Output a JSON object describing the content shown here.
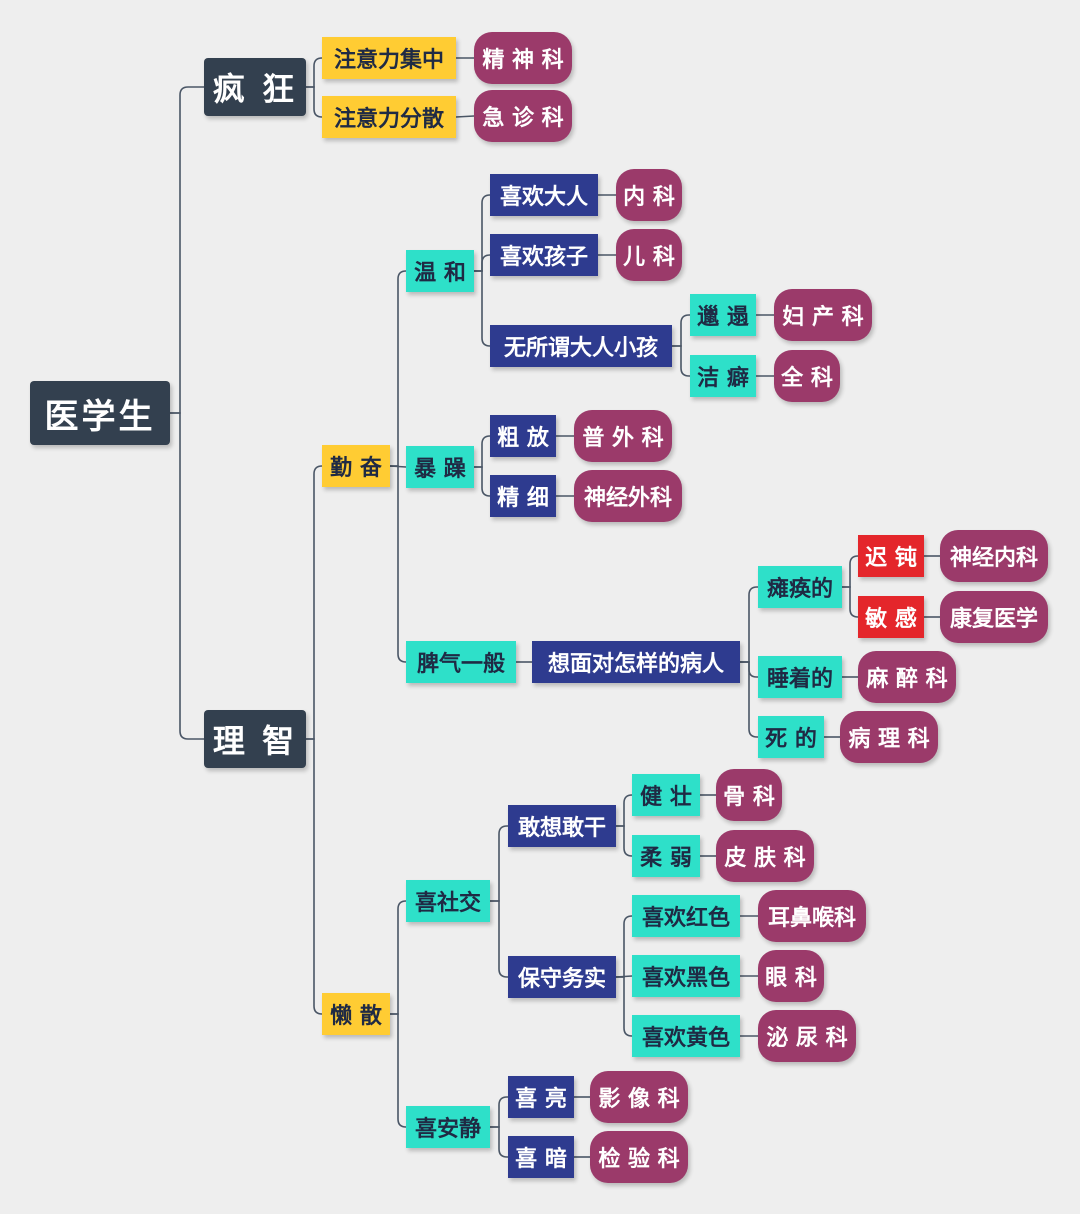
{
  "root": "医学生",
  "branches": {
    "fengkuang": "疯 狂",
    "lizhi": "理 智"
  },
  "nodes": {
    "zhuyi_jizhong": "注意力集中",
    "jingshenke": "精 神 科",
    "zhuyi_fensan": "注意力分散",
    "jizhenke": "急 诊 科",
    "qinfen": "勤 奋",
    "lansan": "懒 散",
    "wenhe": "温 和",
    "baozao": "暴 躁",
    "piqi": "脾气一般",
    "xihuan_daren": "喜欢大人",
    "neike": "内 科",
    "xihuan_haizi": "喜欢孩子",
    "erke": "儿 科",
    "wusuowei": "无所谓大人小孩",
    "lata": "邋 遢",
    "fuchanke": "妇 产 科",
    "jiepi": "洁 癖",
    "quanke": "全 科",
    "cufang": "粗 放",
    "puwaike": "普 外 科",
    "jingxi": "精 细",
    "shenjingwaike": "神经外科",
    "xiangmiandui": "想面对怎样的病人",
    "tanhuan": "瘫痪的",
    "chidun": "迟 钝",
    "shenjingneike": "神经内科",
    "mingan": "敏 感",
    "kangfu": "康复医学",
    "shuizhe": "睡着的",
    "mazui": "麻 醉 科",
    "side": "死 的",
    "bingli": "病 理 科",
    "xishejiao": "喜社交",
    "ganxiang": "敢想敢干",
    "jianzhuang": "健 壮",
    "guke": "骨 科",
    "rouruo": "柔 弱",
    "pifu": "皮 肤 科",
    "baoshou": "保守务实",
    "hongse": "喜欢红色",
    "erbihou": "耳鼻喉科",
    "heise": "喜欢黑色",
    "yanke": "眼 科",
    "huangse": "喜欢黄色",
    "miniao": "泌 尿 科",
    "xianjing": "喜安静",
    "xiliang": "喜 亮",
    "yingxiang": "影 像 科",
    "xian": "喜 暗",
    "jianyan": "检 验 科"
  },
  "colors": {
    "dark": "#33404f",
    "yellow": "#ffcc33",
    "teal": "#2ee0c9",
    "navy": "#2e3b8f",
    "red": "#e4262b",
    "magenta": "#9b3a6a",
    "line": "#4a5666"
  }
}
